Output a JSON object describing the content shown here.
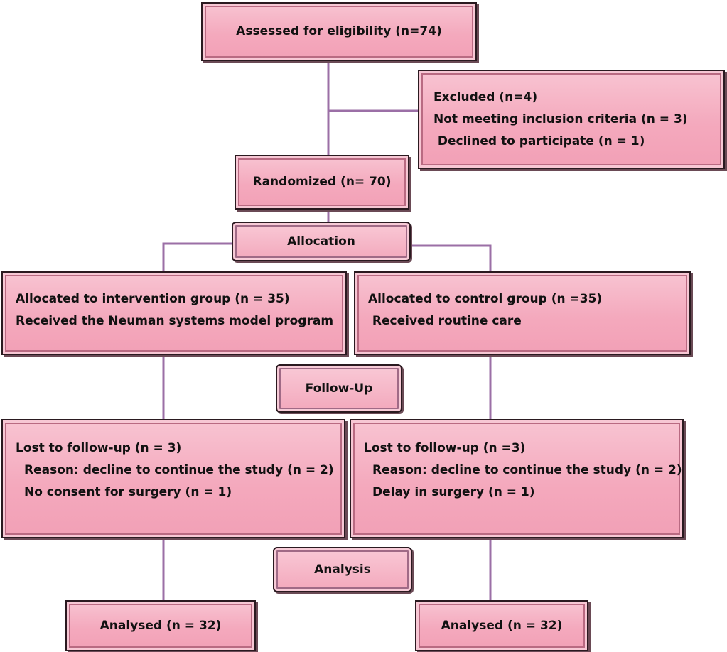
{
  "flow": {
    "assessed": "Assessed for eligibility (n=74)",
    "excluded": [
      "Excluded (n=4)",
      "Not meeting inclusion criteria (n = 3)",
      " Declined to participate (n = 1)"
    ],
    "randomized": "Randomized (n= 70)",
    "allocation_label": "Allocation",
    "intervention": [
      "Allocated to intervention group (n = 35)",
      "Received the Neuman systems model program"
    ],
    "control": [
      "Allocated to control group (n =35)",
      " Received routine care"
    ],
    "followup_label": "Follow-Up",
    "lost_intervention": [
      "Lost to follow-up (n = 3)",
      "Reason: decline to continue the study (n = 2)",
      "No consent for surgery (n = 1)"
    ],
    "lost_control": [
      "Lost to follow-up (n =3)",
      "Reason: decline to continue the study (n = 2)",
      "Delay in surgery (n = 1)"
    ],
    "analysis_label": "Analysis",
    "analysed_intervention": "Analysed (n = 32)",
    "analysed_control": "Analysed (n = 32)"
  },
  "colors": {
    "box_fill": "#f4a9bd",
    "connector": "#9b6fa6",
    "border": "#2a1a20"
  }
}
